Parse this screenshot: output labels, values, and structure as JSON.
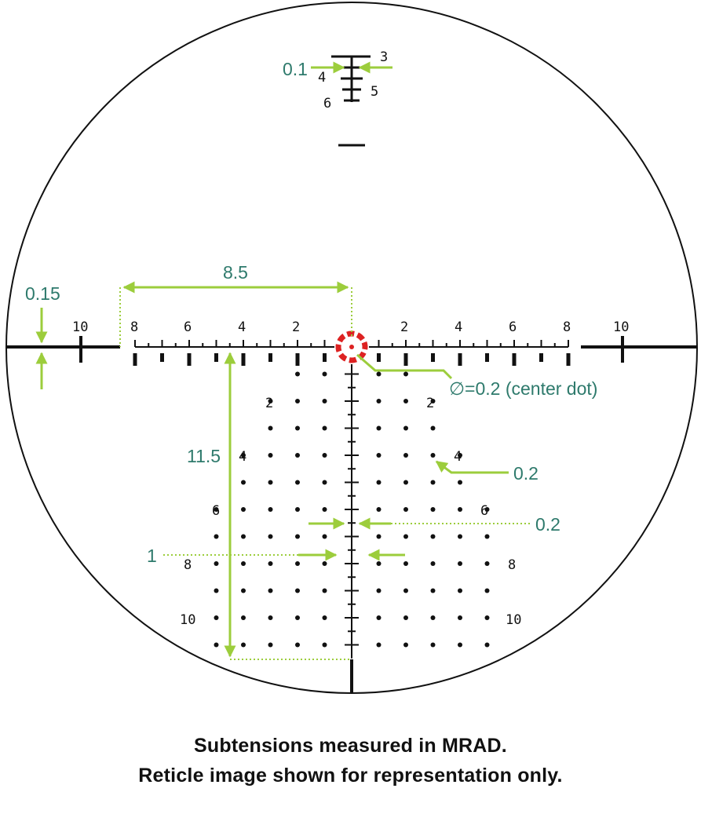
{
  "colors": {
    "reticle": "#111111",
    "annotation_line": "#9ccd3c",
    "annotation_text": "#2e7a6c",
    "center_ring": "#dd2222"
  },
  "reticle": {
    "stadia_labels": {
      "top": "3",
      "left_4": "4",
      "right_5": "5",
      "left_6": "6"
    },
    "horizontal_labels": {
      "left": [
        "10",
        "8",
        "6",
        "4",
        "2"
      ],
      "right": [
        "2",
        "4",
        "6",
        "8",
        "10"
      ]
    },
    "vertical_labels": {
      "left": [
        "2",
        "4",
        "6",
        "8",
        "10"
      ],
      "right": [
        "2",
        "4",
        "6",
        "8",
        "10"
      ]
    }
  },
  "annotations": {
    "stadia_spacing": "0.1",
    "thick_post_width": "0.15",
    "horizontal_span": "8.5",
    "vertical_span": "11.5",
    "center_dot": "∅=0.2 (center dot)",
    "dot_size": "0.2",
    "hash_width": "0.2",
    "dot_spacing": "1"
  },
  "caption": {
    "line1": "Subtensions measured in MRAD.",
    "line2": "Reticle image shown for representation only."
  }
}
